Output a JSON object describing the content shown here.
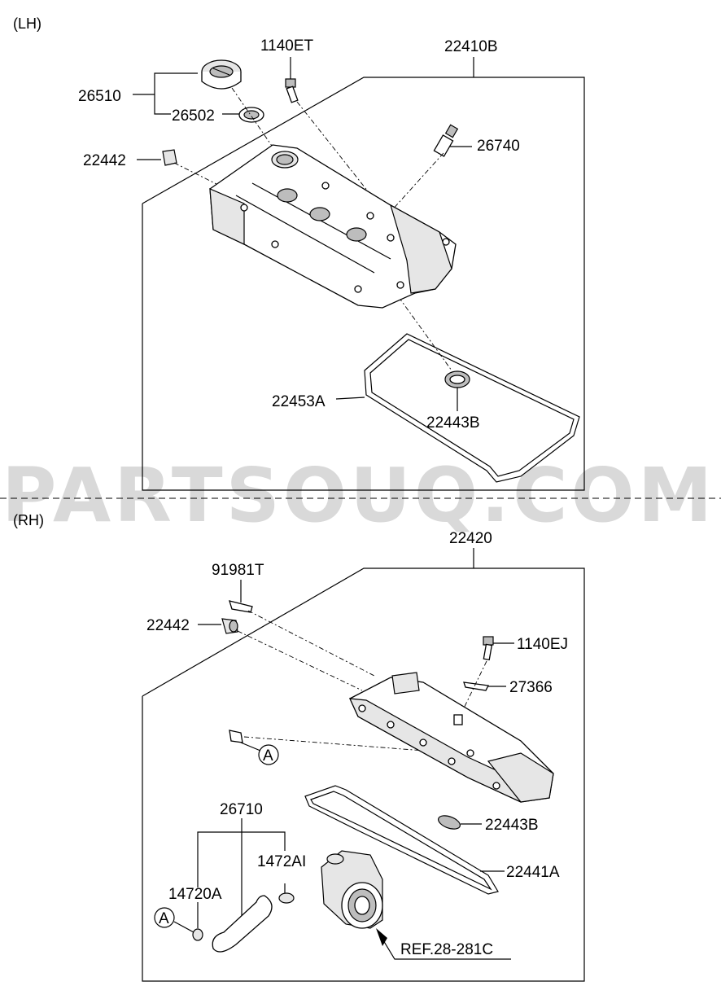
{
  "watermark": "PARTSOUQ.COM",
  "sections": {
    "lh": "(LH)",
    "rh": "(RH)"
  },
  "lh_parts": {
    "p26510": "26510",
    "p26502": "26502",
    "p1140ET": "1140ET",
    "p22410B": "22410B",
    "p26740": "26740",
    "p22442": "22442",
    "p22453A": "22453A",
    "p22443B": "22443B"
  },
  "rh_parts": {
    "p22420": "22420",
    "p91981T": "91981T",
    "p22442": "22442",
    "p1140EJ": "1140EJ",
    "p27366": "27366",
    "refA1": "A",
    "p26710": "26710",
    "p1472AI": "1472AI",
    "p14720A": "14720A",
    "refA2": "A",
    "p22443B": "22443B",
    "p22441A": "22441A",
    "ref28": "REF.28-281C"
  }
}
